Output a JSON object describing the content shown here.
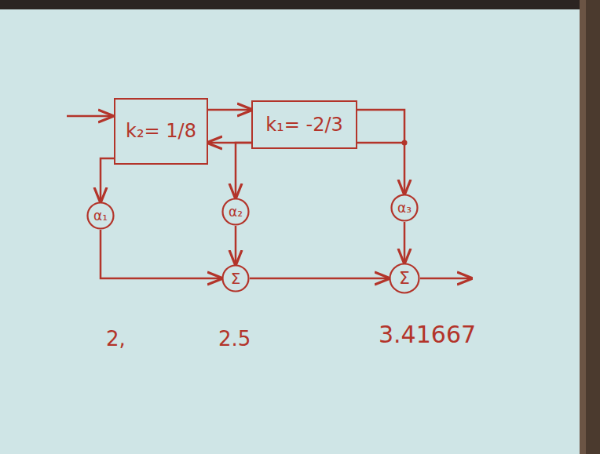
{
  "diagram": {
    "nodes": [
      {
        "text": [
          "k₂= 1/8"
        ]
      },
      {
        "text": [
          "k₁= -2/3"
        ]
      },
      {
        "text": [
          "α₁"
        ]
      },
      {
        "text": [
          "α₂"
        ]
      },
      {
        "text": [
          "α₃"
        ]
      },
      {
        "text": [
          "Σ"
        ]
      },
      {
        "text": [
          "Σ"
        ]
      }
    ],
    "edges": [
      {
        "from": 0,
        "to": 1,
        "arrow": "to"
      },
      {
        "from": 1,
        "to": 0,
        "arrow": "to"
      },
      {
        "from": 0,
        "to": 2,
        "arrow": "to"
      },
      {
        "from": 1,
        "to": 3,
        "arrow": "to"
      },
      {
        "from": 1,
        "to": 4,
        "arrow": "to"
      },
      {
        "from": 2,
        "to": 5,
        "arrow": "to"
      },
      {
        "from": 3,
        "to": 5,
        "arrow": "to"
      },
      {
        "from": 5,
        "to": 6,
        "arrow": "to"
      },
      {
        "from": 4,
        "to": 6,
        "arrow": "to"
      }
    ],
    "labels": [
      "2,",
      "2.5",
      "3.41667"
    ]
  }
}
